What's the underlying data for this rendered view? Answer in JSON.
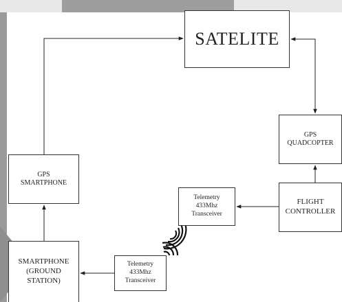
{
  "diagram": {
    "nodes": {
      "satellite": "SATELITE",
      "gps_quadcopter": "GPS\nQUADCOPTER",
      "flight_controller": "FLIGHT\nCONTROLLER",
      "gps_smartphone": "GPS\nSMARTPHONE",
      "smartphone_ground_station": "SMARTPHONE\n(GROUND\nSTATION)",
      "telemetry_drone": "Telemetry\n433Mhz\nTransceiver",
      "telemetry_ground": "Telemetry\n433Mhz\nTransceiver"
    },
    "edges": [
      {
        "from": "satellite",
        "to": "gps_quadcopter",
        "bidirectional": true
      },
      {
        "from": "flight_controller",
        "to": "gps_quadcopter"
      },
      {
        "from": "flight_controller",
        "to": "telemetry_drone"
      },
      {
        "from": "telemetry_drone",
        "to": "telemetry_ground",
        "wireless": true
      },
      {
        "from": "telemetry_ground",
        "to": "smartphone_ground_station"
      },
      {
        "from": "smartphone_ground_station",
        "to": "gps_smartphone"
      },
      {
        "from": "gps_smartphone",
        "to": "satellite"
      }
    ]
  }
}
